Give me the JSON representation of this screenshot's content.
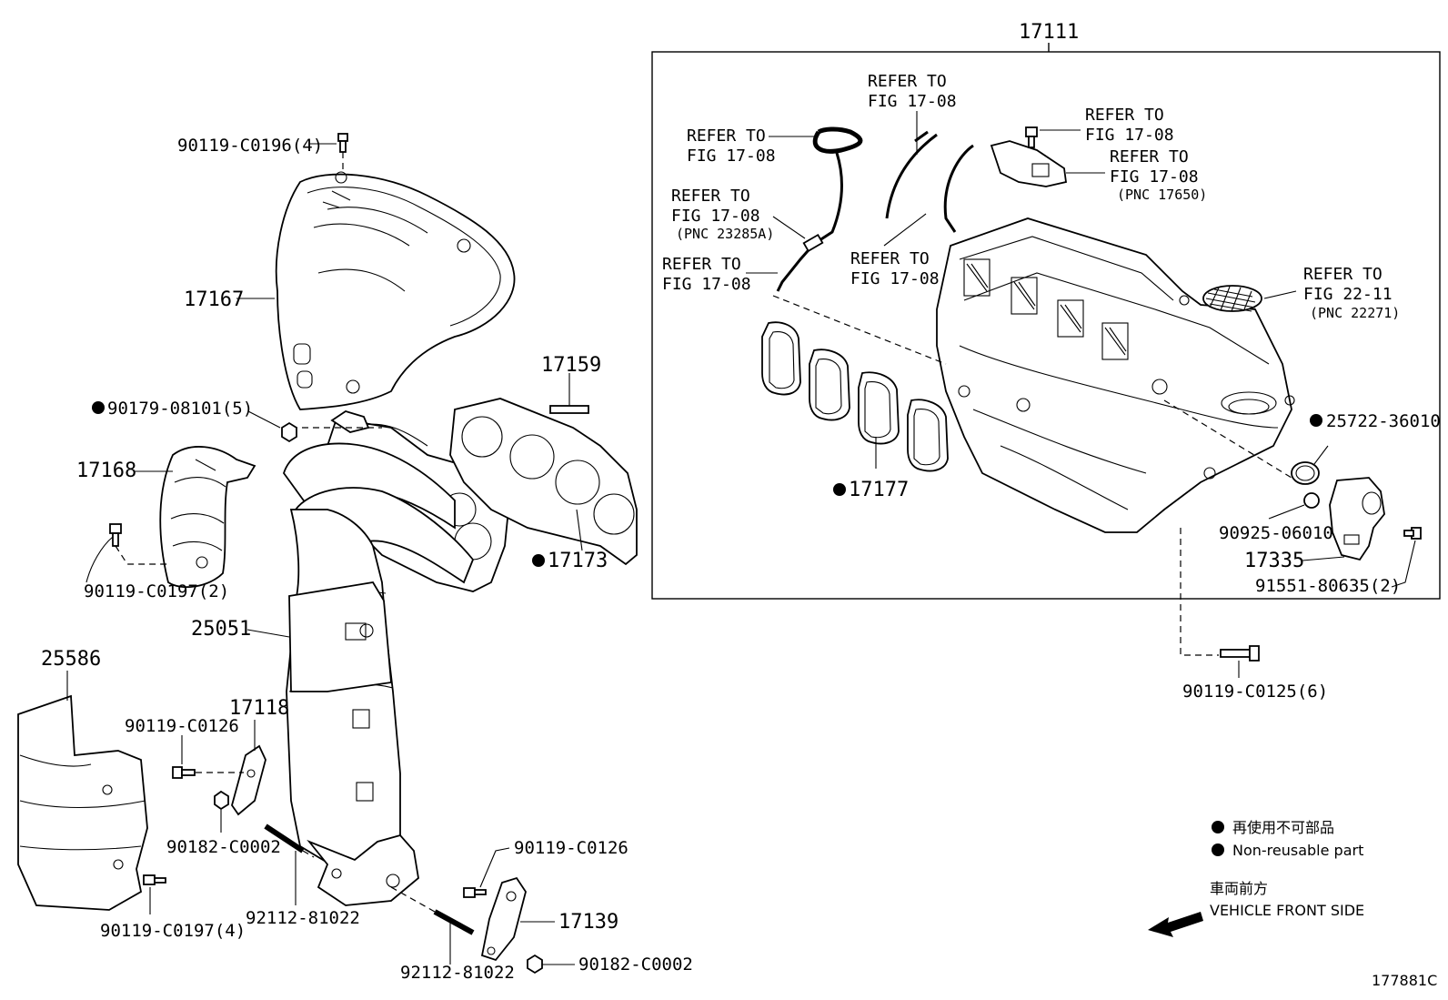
{
  "assembly_number": "17111",
  "figure_code": "177881C",
  "refs": {
    "r1_a": "REFER TO",
    "r1_b": "FIG 17-08",
    "r2_a": "REFER TO",
    "r2_b": "FIG 17-08",
    "r3_a": "REFER TO",
    "r3_b": "FIG 17-08",
    "r4_a": "REFER TO",
    "r4_b": "FIG 17-08",
    "r4_c": "(PNC 17650)",
    "r5_a": "REFER TO",
    "r5_b": "FIG 17-08",
    "r5_c": "(PNC 23285A)",
    "r6_a": "REFER TO",
    "r6_b": "FIG 17-08",
    "r7_a": "REFER TO",
    "r7_b": "FIG 17-08",
    "r8_a": "REFER TO",
    "r8_b": "FIG 22-11",
    "r8_c": "(PNC 22271)"
  },
  "parts": {
    "p_90119_C0196": "90119-C0196(4)",
    "p_17167": "17167",
    "p_90179_08101": "90179-08101(5)",
    "p_17159": "17159",
    "p_17168": "17168",
    "p_90119_C0197_2": "90119-C0197(2)",
    "p_17173": "17173",
    "p_25051": "25051",
    "p_25586": "25586",
    "p_17118": "17118",
    "p_90119_C0126_a": "90119-C0126",
    "p_90182_C0002_a": "90182-C0002",
    "p_92112_81022_a": "92112-81022",
    "p_90119_C0197_4": "90119-C0197(4)",
    "p_90119_C0126_b": "90119-C0126",
    "p_17139": "17139",
    "p_92112_81022_b": "92112-81022",
    "p_90182_C0002_b": "90182-C0002",
    "p_17177": "17177",
    "p_25722_36010": "25722-36010",
    "p_90925_06010": "90925-06010",
    "p_17335": "17335",
    "p_91551_80635": "91551-80635(2)",
    "p_90119_C0125": "90119-C0125(6)"
  },
  "legend": {
    "nonreusable_jp": "再使用不可部品",
    "nonreusable_en": "Non-reusable part",
    "front_jp": "車両前方",
    "front_en": "VEHICLE FRONT SIDE"
  }
}
